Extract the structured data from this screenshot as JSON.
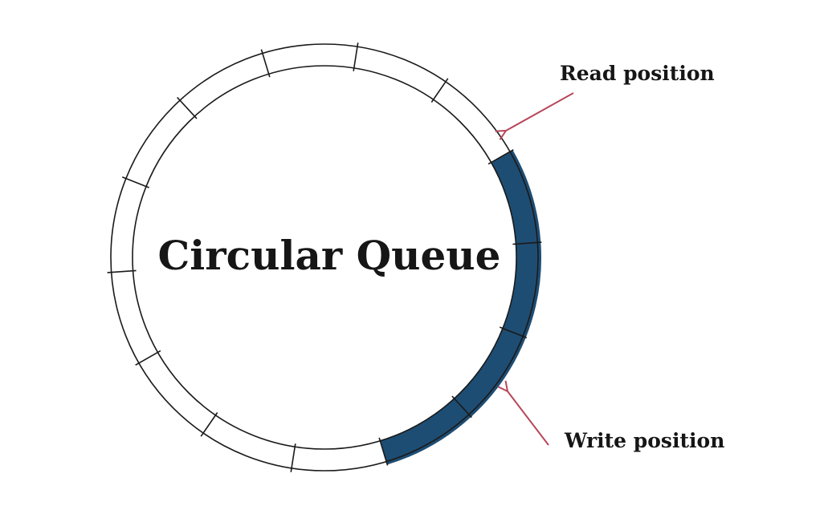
{
  "title": "Circular Queue",
  "labels": {
    "read": "Read position",
    "write": "Write position"
  },
  "queue": {
    "slot_count": 14,
    "filled_slots": [
      13,
      0,
      1,
      2
    ],
    "read_slot": 13,
    "write_slot": 3
  },
  "colors": {
    "ring_stroke": "#1a1a1a",
    "filled": "#1e4d73",
    "arrow": "#b8475a",
    "text": "#161616"
  }
}
